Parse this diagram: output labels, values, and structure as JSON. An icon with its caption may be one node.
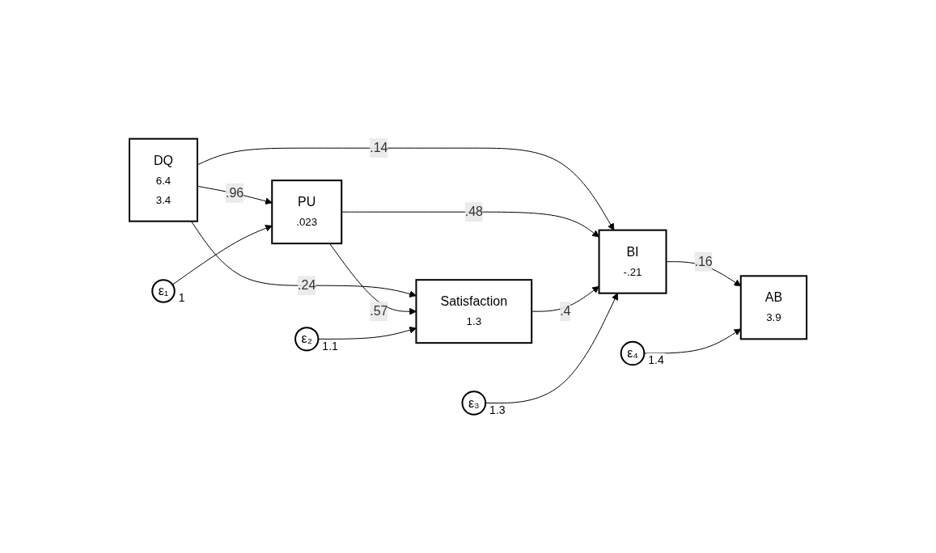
{
  "diagram": {
    "nodes": [
      {
        "text": [
          "DQ",
          "6.4",
          "3.4"
        ]
      },
      {
        "text": [
          "Satisfaction",
          "1.3"
        ]
      },
      {
        "text": [
          "BI",
          "-.21"
        ]
      },
      {
        "text": [
          "AB",
          "3.9"
        ]
      },
      {
        "text": [
          "ε₄"
        ],
        "beside": [
          "1.4"
        ]
      },
      {
        "text": [
          "ε₂"
        ],
        "beside": [
          "1.1"
        ]
      },
      {
        "text": [
          "ε₃"
        ],
        "beside": [
          "1.3"
        ]
      },
      {
        "text": [
          "PU",
          ".023"
        ]
      },
      {
        "text": [
          "ε₁"
        ],
        "beside": [
          "1"
        ]
      }
    ],
    "edges": [
      {
        "from": 0,
        "to": 7,
        "arrow": "to",
        "label": ".96"
      },
      {
        "from": 0,
        "to": 1,
        "arrow": "to",
        "label": ".24"
      },
      {
        "from": 0,
        "to": 2,
        "arrow": "to",
        "label": ".14"
      },
      {
        "from": 7,
        "to": 1,
        "arrow": "to",
        "label": ".57"
      },
      {
        "from": 7,
        "to": 2,
        "arrow": "to",
        "label": ".48"
      },
      {
        "from": 1,
        "to": 2,
        "arrow": "to",
        "label": ".4"
      },
      {
        "from": 2,
        "to": 3,
        "arrow": "to",
        "label": ".16"
      },
      {
        "from": 4,
        "to": 3,
        "arrow": "to"
      },
      {
        "from": 5,
        "to": 1,
        "arrow": "to"
      },
      {
        "from": 6,
        "to": 2,
        "arrow": "to"
      },
      {
        "from": 8,
        "to": 7,
        "arrow": "to"
      }
    ]
  }
}
